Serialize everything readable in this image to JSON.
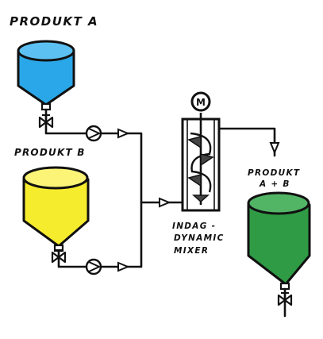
{
  "labels": {
    "product_a": "PRODUKT A",
    "product_b": "PRODUKT B",
    "product_ab_line1": "PRODUKT",
    "product_ab_line2": "A + B",
    "mixer_line1": "INDAG -",
    "mixer_line2": "DYNAMIC",
    "mixer_line3": "MIXER",
    "motor_letter": "M"
  },
  "colors": {
    "tank_a": "#2aa7e8",
    "tank_b": "#f6ec2e",
    "tank_ab": "#2f9b45",
    "outline": "#111111",
    "mixer_blades": "#333333"
  },
  "icons": {
    "valve": "valve-icon",
    "pump": "pump-icon",
    "flow_arrow": "flow-arrow-icon",
    "motor": "motor-icon"
  }
}
